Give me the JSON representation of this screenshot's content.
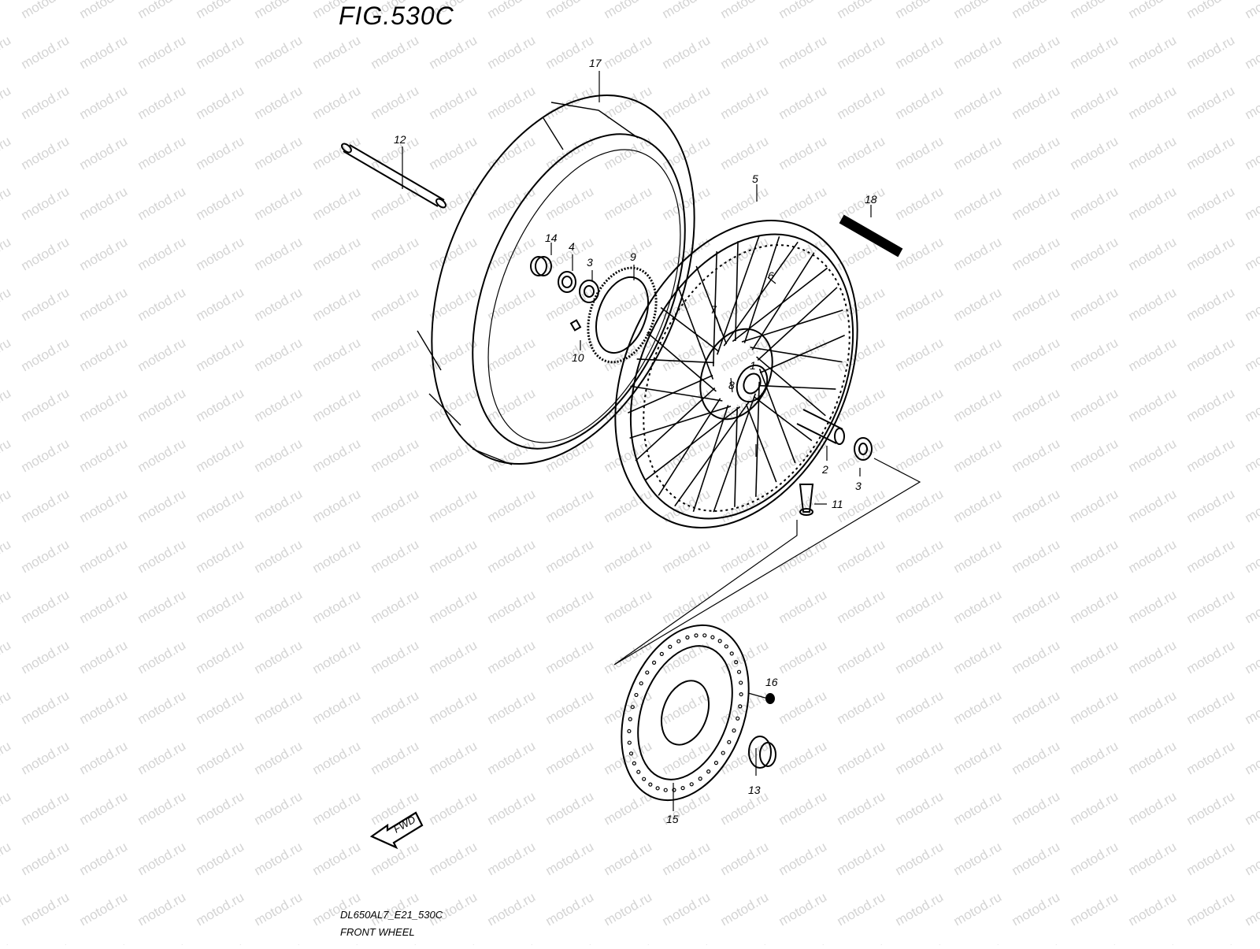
{
  "figure": {
    "title": "FIG.530C",
    "model_code": "DL650AL7_E21_530C",
    "name": "FRONT WHEEL"
  },
  "watermark": {
    "text": "motod.ru",
    "color": "#d4d4d4"
  },
  "fwd_arrow": {
    "label": "FWD"
  },
  "callouts": [
    "1",
    "2",
    "3",
    "3",
    "4",
    "5",
    "6",
    "7",
    "8",
    "9",
    "10",
    "11",
    "12",
    "13",
    "14",
    "15",
    "16",
    "17",
    "18"
  ]
}
